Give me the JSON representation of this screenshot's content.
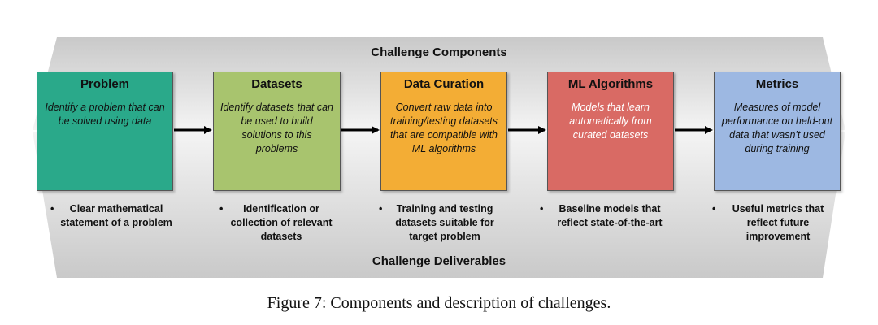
{
  "header": {
    "title": "Challenge Components"
  },
  "footer": {
    "title": "Challenge Deliverables"
  },
  "components": [
    {
      "title": "Problem",
      "description": "Identify a problem that can be solved using data",
      "color": "#2aa98a"
    },
    {
      "title": "Datasets",
      "description": "Identify datasets that can be used to build solutions to this problems",
      "color": "#a8c46e"
    },
    {
      "title": "Data Curation",
      "description": "Convert raw data into training/testing datasets that are compatible with ML algorithms",
      "color": "#f3ad35"
    },
    {
      "title": "ML Algorithms",
      "description": "Models that learn automatically from curated datasets",
      "color": "#d96a64"
    },
    {
      "title": "Metrics",
      "description": "Measures of model performance on held-out data that wasn't used during training",
      "color": "#9db8e2"
    }
  ],
  "deliverables": [
    "Clear mathematical statement of a problem",
    "Identification or collection of relevant datasets",
    "Training and testing datasets suitable for target problem",
    "Baseline models that reflect state-of-the-art",
    "Useful metrics that reflect future improvement"
  ],
  "bullet_symbol": "•",
  "caption": "Figure 7: Components and description of challenges."
}
